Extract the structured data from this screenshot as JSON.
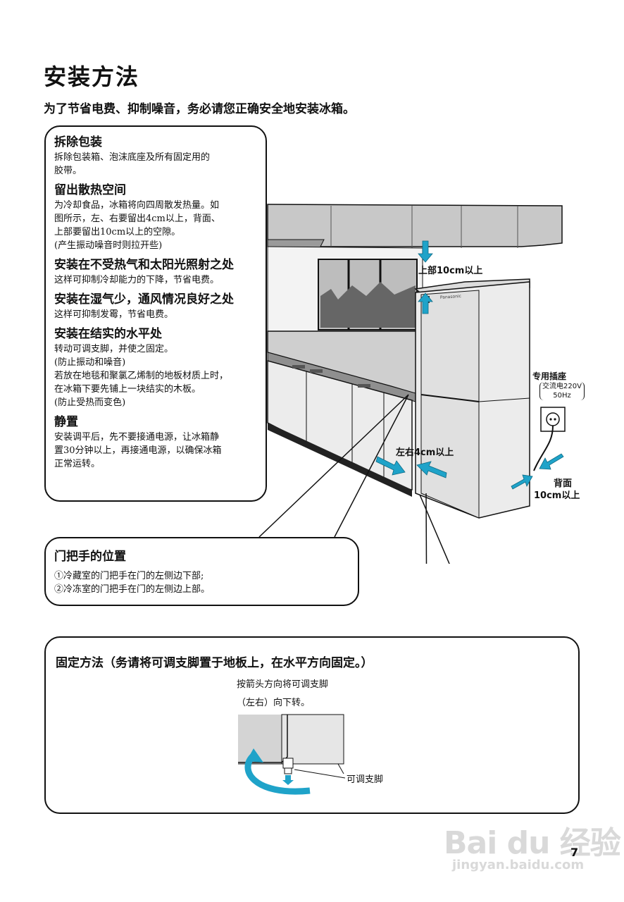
{
  "page": {
    "title": "安装方法",
    "subtitle": "为了节省电费、抑制噪音，务必请您正确安全地安装冰箱。",
    "page_number": "7"
  },
  "install_box": {
    "sections": [
      {
        "heading": "拆除包装",
        "body": "拆除包装箱、泡沫底座及所有固定用的\n胶带。"
      },
      {
        "heading": "留出散热空间",
        "body": "为冷却食品，冰箱将向四周散发热量。如\n图所示，左、右要留出4cm以上，背面、\n上部要留出10cm以上的空隙。\n(产生振动噪音时则拉开些)"
      },
      {
        "heading": "安装在不受热气和太阳光照射之处",
        "body": "这样可抑制冷却能力的下降，节省电费。"
      },
      {
        "heading": "安装在湿气少，通风情况良好之处",
        "body": "这样可抑制发霉，节省电费。"
      },
      {
        "heading": "安装在结实的水平处",
        "body": "转动可调支脚，并使之固定。\n(防止振动和噪音)\n若放在地毯和聚氯乙烯制的地板材质上时，\n在冰箱下要先铺上一块结实的木板。\n(防止受热而变色)"
      },
      {
        "heading": "静置",
        "body": "安装调平后，先不要接通电源，让冰箱静\n置30分钟以上，再接通电源，以确保冰箱\n正常运转。"
      }
    ]
  },
  "illustration": {
    "label_top": "上部10cm以上",
    "label_sides": "左右4cm以上",
    "label_back_1": "背面",
    "label_back_2": "10cm以上",
    "outlet_title": "专用插座",
    "outlet_spec_1": "交流电220V",
    "outlet_spec_2": "50Hz",
    "brand": "Panasonic"
  },
  "handle_box": {
    "heading": "门把手的位置",
    "line1": "①冷藏室的门把手在门的左侧边下部;",
    "line2": "②冷冻室的门把手在门的左侧边上部。"
  },
  "fix_box": {
    "heading": "固定方法（务请将可调支脚置于地板上，在水平方向固定。）",
    "instruction_1": "按箭头方向将可调支脚",
    "instruction_2": "（左右）向下转。",
    "foot_label": "可调支脚"
  },
  "watermark": {
    "text": "Bai du 经验",
    "url": "jingyan.baidu.com"
  },
  "colors": {
    "arrow": "#1fa3c9",
    "cabinet": "#c8c8c8",
    "fridge": "#e9e9e9",
    "outline": "#111111"
  }
}
